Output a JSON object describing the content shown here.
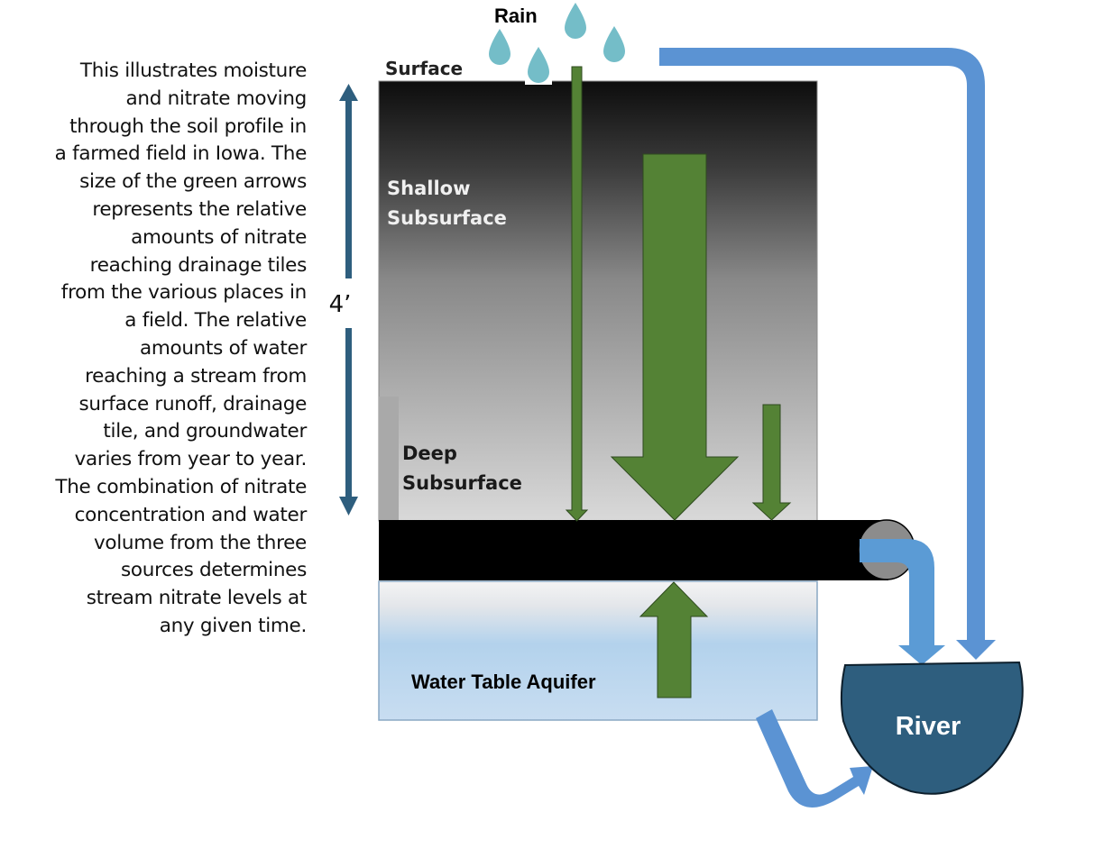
{
  "description": {
    "lines": [
      "This illustrates moisture",
      "and nitrate moving",
      "through the soil profile in",
      "a farmed field in Iowa. The",
      "size of the green arrows",
      "represents the relative",
      "amounts of nitrate",
      "reaching drainage tiles",
      "from the various places in",
      "a field.  The relative",
      "amounts of water",
      "reaching a stream from",
      "surface runoff, drainage",
      "tile, and groundwater",
      "varies from year to year.",
      "The combination of nitrate",
      "concentration and water",
      "volume from the three",
      "sources determines",
      "stream nitrate levels at",
      "any given time."
    ]
  },
  "labels": {
    "rain": "Rain",
    "surface": "Surface",
    "shallow_line1": "Shallow",
    "shallow_line2": "Subsurface",
    "deep_line1": "Deep",
    "deep_line2": "Subsurface",
    "aquifer": "Water Table Aquifer",
    "river": "River",
    "depth": "4’"
  },
  "arrows": {
    "nitrate_to_tile": [
      {
        "source": "surface",
        "relative_size": "small"
      },
      {
        "source": "shallow subsurface",
        "relative_size": "large"
      },
      {
        "source": "deep subsurface",
        "relative_size": "small"
      },
      {
        "source": "water table aquifer",
        "relative_size": "medium",
        "direction": "up"
      }
    ],
    "water_to_river": [
      "surface runoff",
      "drainage tile",
      "groundwater"
    ]
  },
  "colors": {
    "nitrate_arrow": "#548235",
    "water_arrow": "#5b93d3",
    "tile_outflow": "#5b9bd5",
    "river": "#2e5e7e",
    "rain_drop": "#74bdc8",
    "depth_arrow": "#2e5e7e",
    "tile_pipe": "#000000",
    "tile_end": "#808080"
  }
}
